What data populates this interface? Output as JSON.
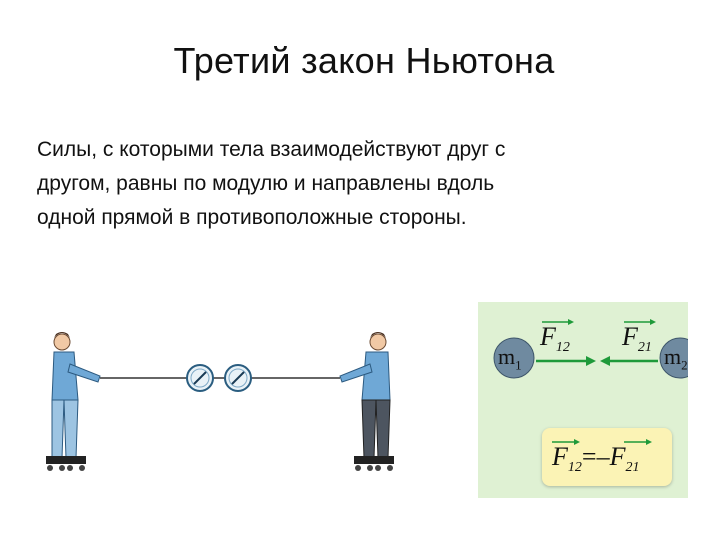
{
  "slide": {
    "title": "Третий закон Ньютона",
    "text_lines": [
      "Силы, с которыми тела взаимодействуют друг с",
      "другом, равны по модулю и направлены вдоль",
      "одной прямой в противоположные стороны."
    ]
  },
  "diagram": {
    "mass_left": "m",
    "mass_left_sub": "1",
    "mass_right": "m",
    "mass_right_sub": "2",
    "force_left": "F",
    "force_left_sub": "12",
    "force_right": "F",
    "force_right_sub": "21",
    "formula": {
      "lhs": "F",
      "lhs_sub": "12",
      "equals": "=",
      "minus": "–",
      "rhs": "F",
      "rhs_sub": "21"
    },
    "colors": {
      "background": "#dff1d3",
      "arrow": "#1f9a3a",
      "mass_fill": "#6f8aa0",
      "formula_box": "#fbf3b5"
    }
  }
}
